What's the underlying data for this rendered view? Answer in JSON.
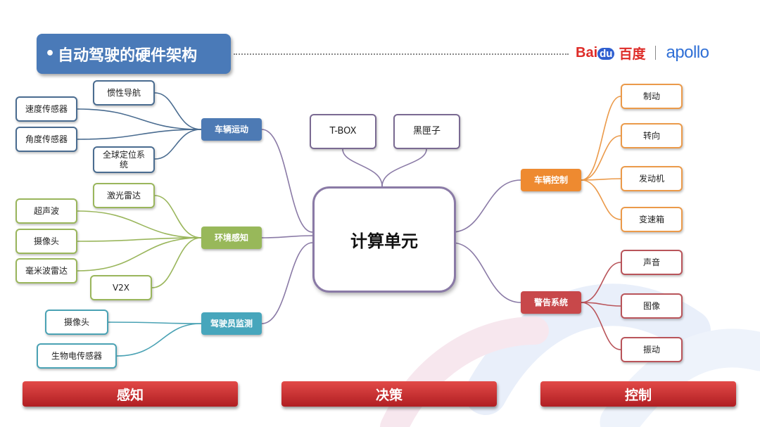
{
  "title": {
    "bullet": "•",
    "text": "自动驾驶的硬件架构"
  },
  "brand": {
    "baidu_latin": "Bai",
    "baidu_mid": "du",
    "baidu_cn": "百度",
    "apollo": "apollo"
  },
  "colors": {
    "perception_motion": "#4d7ab4",
    "perception_env": "#98b85a",
    "driver_monitor": "#47a6bc",
    "vehicle_control": "#ee8a30",
    "warning": "#c8484a",
    "center_border": "#8a7aa6",
    "footer": "#c8282a"
  },
  "center": {
    "label": "计算单元"
  },
  "center_children": {
    "tbox": "T-BOX",
    "blackbox": "黑匣子"
  },
  "left": {
    "vehicle_motion": {
      "label": "车辆运动",
      "children": {
        "speed": "速度传感器",
        "inertial": "惯性导航",
        "angle": "角度传感器",
        "gps": "全球定位系统"
      }
    },
    "environment": {
      "label": "环境感知",
      "children": {
        "lidar": "激光雷达",
        "ultrasonic": "超声波",
        "camera": "摄像头",
        "mmwave": "毫米波雷达",
        "v2x": "V2X"
      }
    },
    "driver_monitor": {
      "label": "驾驶员监测",
      "children": {
        "camera": "摄像头",
        "bio": "生物电传感器"
      }
    }
  },
  "right": {
    "vehicle_control": {
      "label": "车辆控制",
      "children": {
        "brake": "制动",
        "steer": "转向",
        "engine": "发动机",
        "gearbox": "变速箱"
      }
    },
    "warning": {
      "label": "警告系统",
      "children": {
        "sound": "声音",
        "image": "图像",
        "vibration": "振动"
      }
    }
  },
  "footer": {
    "perception": "感知",
    "decision": "决策",
    "control": "控制"
  }
}
